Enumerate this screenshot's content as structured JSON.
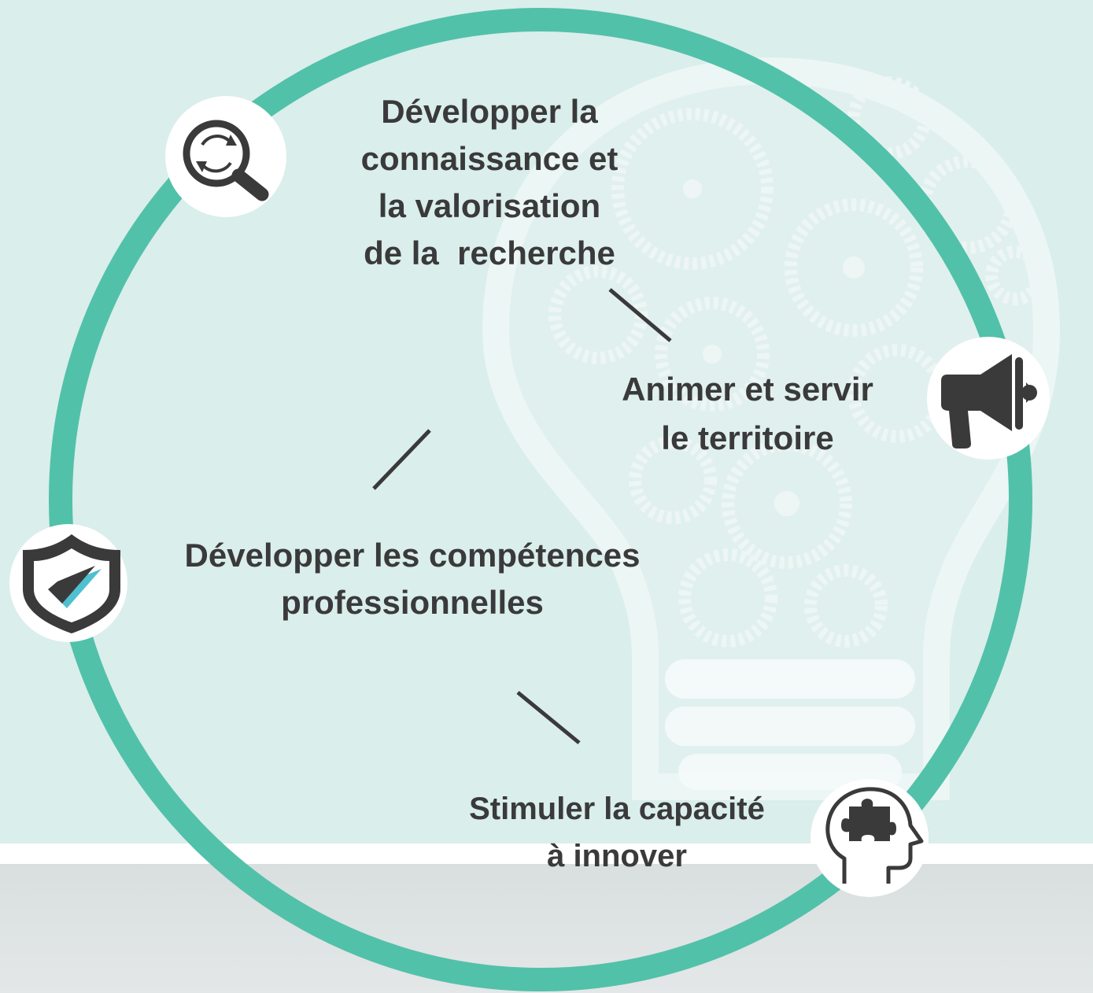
{
  "diagram": {
    "colors": {
      "background": "#daeeeb",
      "ring": "#52c1a9",
      "text": "#3a3a3a",
      "icon": "#3a3a3a",
      "accent": "#4fc0d0",
      "badge": "#ffffff"
    },
    "items": [
      {
        "id": "recherche",
        "icon": "search-cycle-icon",
        "lines": [
          "Développer la",
          "connaissance et",
          "la valorisation",
          "de la  recherche"
        ]
      },
      {
        "id": "territoire",
        "icon": "megaphone-icon",
        "lines": [
          "Animer et servir",
          "le territoire"
        ]
      },
      {
        "id": "competences",
        "icon": "shield-check-icon",
        "lines": [
          "Développer les compétences",
          "professionnelles"
        ]
      },
      {
        "id": "innover",
        "icon": "head-puzzle-icon",
        "lines": [
          "Stimuler la capacité",
          "à innover"
        ]
      }
    ]
  }
}
